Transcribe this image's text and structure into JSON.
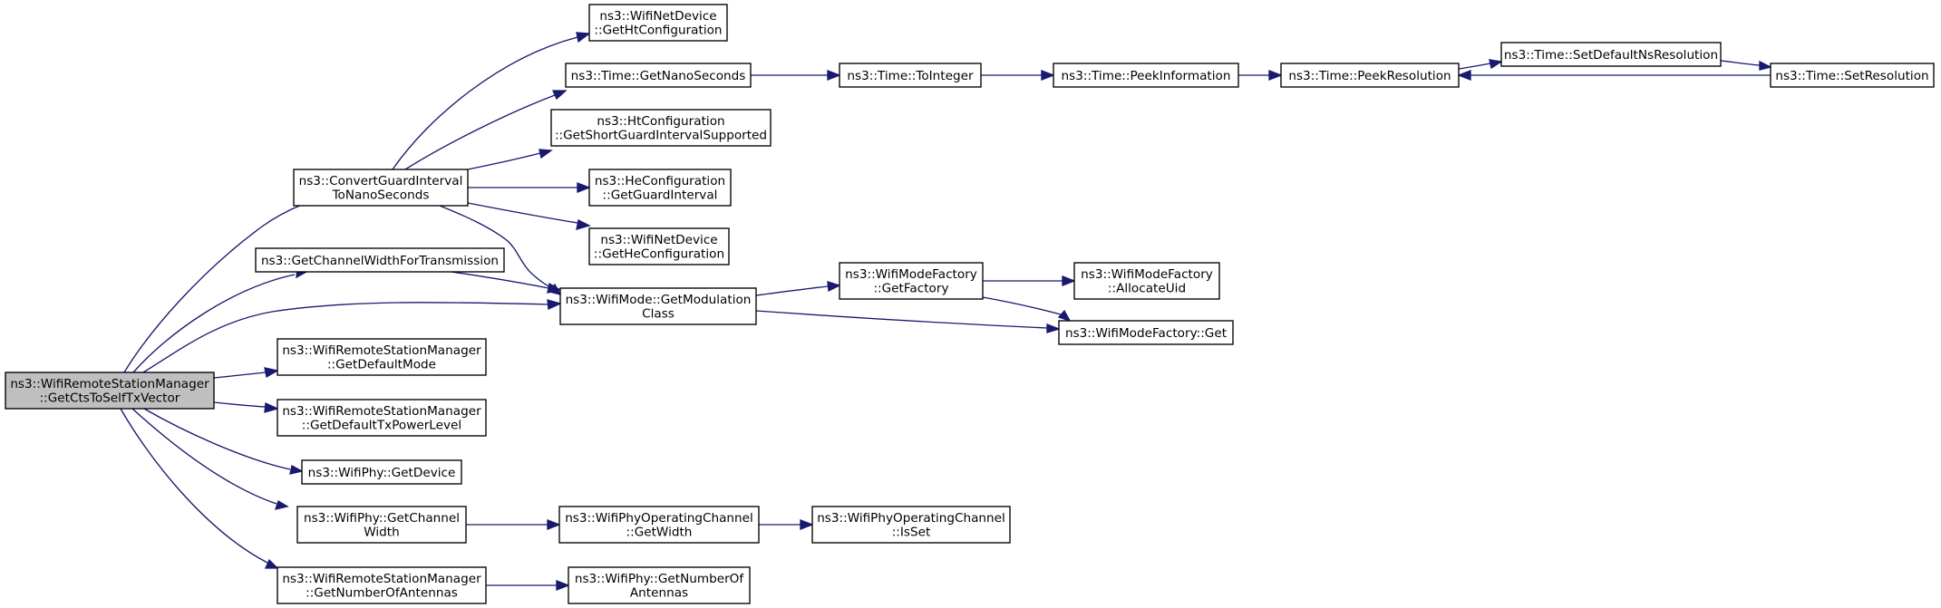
{
  "graph": {
    "nodes": [
      {
        "id": "root",
        "lines": [
          "ns3::WifiRemoteStationManager",
          "::GetCtsToSelfTxVector"
        ],
        "highlighted": true
      },
      {
        "id": "convert_gi",
        "lines": [
          "ns3::ConvertGuardInterval",
          "ToNanoSeconds"
        ]
      },
      {
        "id": "get_cw_tx",
        "lines": [
          "ns3::GetChannelWidthForTransmission"
        ]
      },
      {
        "id": "mode_get_mod_class",
        "lines": [
          "ns3::WifiMode::GetModulation",
          "Class"
        ]
      },
      {
        "id": "rsm_default_mode",
        "lines": [
          "ns3::WifiRemoteStationManager",
          "::GetDefaultMode"
        ]
      },
      {
        "id": "rsm_default_txpower",
        "lines": [
          "ns3::WifiRemoteStationManager",
          "::GetDefaultTxPowerLevel"
        ]
      },
      {
        "id": "phy_get_device",
        "lines": [
          "ns3::WifiPhy::GetDevice"
        ]
      },
      {
        "id": "phy_get_cw",
        "lines": [
          "ns3::WifiPhy::GetChannel",
          "Width"
        ]
      },
      {
        "id": "rsm_num_antennas",
        "lines": [
          "ns3::WifiRemoteStationManager",
          "::GetNumberOfAntennas"
        ]
      },
      {
        "id": "nd_get_ht",
        "lines": [
          "ns3::WifiNetDevice",
          "::GetHtConfiguration"
        ]
      },
      {
        "id": "time_get_ns",
        "lines": [
          "ns3::Time::GetNanoSeconds"
        ]
      },
      {
        "id": "ht_sgi",
        "lines": [
          "ns3::HtConfiguration",
          "::GetShortGuardIntervalSupported"
        ]
      },
      {
        "id": "he_gi",
        "lines": [
          "ns3::HeConfiguration",
          "::GetGuardInterval"
        ]
      },
      {
        "id": "nd_get_he",
        "lines": [
          "ns3::WifiNetDevice",
          "::GetHeConfiguration"
        ]
      },
      {
        "id": "time_to_integer",
        "lines": [
          "ns3::Time::ToInteger"
        ]
      },
      {
        "id": "time_peek_info",
        "lines": [
          "ns3::Time::PeekInformation"
        ]
      },
      {
        "id": "time_peek_res",
        "lines": [
          "ns3::Time::PeekResolution"
        ]
      },
      {
        "id": "time_set_default_ns",
        "lines": [
          "ns3::Time::SetDefaultNsResolution"
        ]
      },
      {
        "id": "time_set_res",
        "lines": [
          "ns3::Time::SetResolution"
        ]
      },
      {
        "id": "mf_get_factory",
        "lines": [
          "ns3::WifiModeFactory",
          "::GetFactory"
        ]
      },
      {
        "id": "mf_allocate_uid",
        "lines": [
          "ns3::WifiModeFactory",
          "::AllocateUid"
        ]
      },
      {
        "id": "mf_get",
        "lines": [
          "ns3::WifiModeFactory::Get"
        ]
      },
      {
        "id": "op_get_width",
        "lines": [
          "ns3::WifiPhyOperatingChannel",
          "::GetWidth"
        ]
      },
      {
        "id": "op_is_set",
        "lines": [
          "ns3::WifiPhyOperatingChannel",
          "::IsSet"
        ]
      },
      {
        "id": "phy_num_antennas",
        "lines": [
          "ns3::WifiPhy::GetNumberOf",
          "Antennas"
        ]
      }
    ],
    "edges": [
      {
        "from": "root",
        "to": "convert_gi"
      },
      {
        "from": "root",
        "to": "get_cw_tx"
      },
      {
        "from": "root",
        "to": "mode_get_mod_class"
      },
      {
        "from": "root",
        "to": "rsm_default_mode"
      },
      {
        "from": "root",
        "to": "rsm_default_txpower"
      },
      {
        "from": "root",
        "to": "phy_get_device"
      },
      {
        "from": "root",
        "to": "phy_get_cw"
      },
      {
        "from": "root",
        "to": "rsm_num_antennas"
      },
      {
        "from": "convert_gi",
        "to": "nd_get_ht"
      },
      {
        "from": "convert_gi",
        "to": "time_get_ns"
      },
      {
        "from": "convert_gi",
        "to": "ht_sgi"
      },
      {
        "from": "convert_gi",
        "to": "he_gi"
      },
      {
        "from": "convert_gi",
        "to": "nd_get_he"
      },
      {
        "from": "convert_gi",
        "to": "mode_get_mod_class"
      },
      {
        "from": "get_cw_tx",
        "to": "mode_get_mod_class"
      },
      {
        "from": "time_get_ns",
        "to": "time_to_integer"
      },
      {
        "from": "time_to_integer",
        "to": "time_peek_info"
      },
      {
        "from": "time_peek_info",
        "to": "time_peek_res"
      },
      {
        "from": "time_peek_res",
        "to": "time_set_default_ns"
      },
      {
        "from": "time_set_default_ns",
        "to": "time_set_res"
      },
      {
        "from": "time_set_res",
        "to": "time_peek_res"
      },
      {
        "from": "mode_get_mod_class",
        "to": "mf_get_factory"
      },
      {
        "from": "mode_get_mod_class",
        "to": "mf_get"
      },
      {
        "from": "mf_get_factory",
        "to": "mf_allocate_uid"
      },
      {
        "from": "mf_get_factory",
        "to": "mf_get"
      },
      {
        "from": "phy_get_cw",
        "to": "op_get_width"
      },
      {
        "from": "op_get_width",
        "to": "op_is_set"
      },
      {
        "from": "rsm_num_antennas",
        "to": "phy_num_antennas"
      }
    ],
    "colors": {
      "edge": "#191970",
      "node_border": "#000000",
      "highlight_fill": "#bfbfbf"
    }
  }
}
